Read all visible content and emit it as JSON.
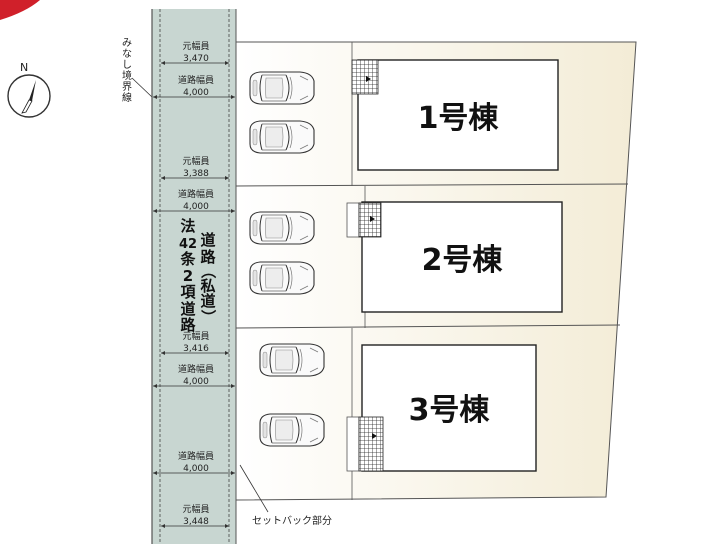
{
  "compass": {
    "label": "N"
  },
  "road": {
    "vertical_title": [
      "法",
      "42",
      "条",
      "2",
      "項",
      "道",
      "路"
    ],
    "vertical_title_2": [
      "道",
      "路",
      "（",
      "私",
      "道",
      "）"
    ]
  },
  "left_notes": {
    "minashi": [
      "み",
      "な",
      "し",
      "境",
      "界",
      "線"
    ]
  },
  "dimensions": [
    {
      "label": "元幅員",
      "value": "3,470"
    },
    {
      "label": "道路幅員",
      "value": "4,000"
    },
    {
      "label": "元幅員",
      "value": "3,388"
    },
    {
      "label": "道路幅員",
      "value": "4,000"
    },
    {
      "label": "元幅員",
      "value": "3,416"
    },
    {
      "label": "道路幅員",
      "value": "4,000"
    },
    {
      "label": "道路幅員",
      "value": "4,000"
    },
    {
      "label": "元幅員",
      "value": "3,448"
    }
  ],
  "setback_label": "セットバック部分",
  "buildings": [
    {
      "label": "1号棟"
    },
    {
      "label": "2号棟"
    },
    {
      "label": "3号棟"
    }
  ],
  "colors": {
    "road_fill": "#c8d6d1",
    "lot_fill": "#f8f4e8",
    "line": "#555555",
    "accent": "#d0202a"
  }
}
